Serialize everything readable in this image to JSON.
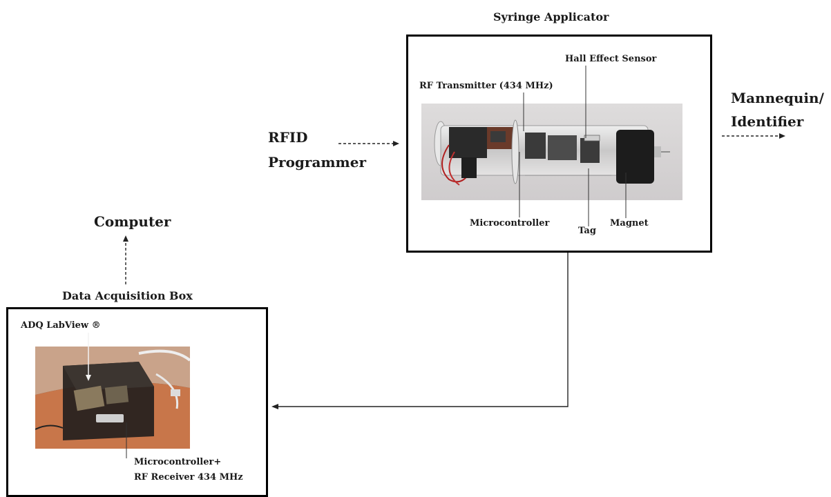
{
  "syringe": {
    "title": "Syringe Applicator",
    "hall_sensor": "Hall Effect Sensor",
    "rf_transmitter": "RF Transmitter (434 MHz)",
    "microcontroller": "Microcontroller",
    "tag": "Tag",
    "magnet": "Magnet"
  },
  "rfid": {
    "line1": "RFID",
    "line2": "Programmer"
  },
  "mannequin": {
    "line1": "Mannequin/",
    "line2": "Identifier"
  },
  "computer": "Computer",
  "daq": {
    "title": "Data Acquisition Box",
    "adq": "ADQ LabView ®",
    "receiver_line1": "Microcontroller+",
    "receiver_line2": "RF Receiver 434 MHz"
  }
}
